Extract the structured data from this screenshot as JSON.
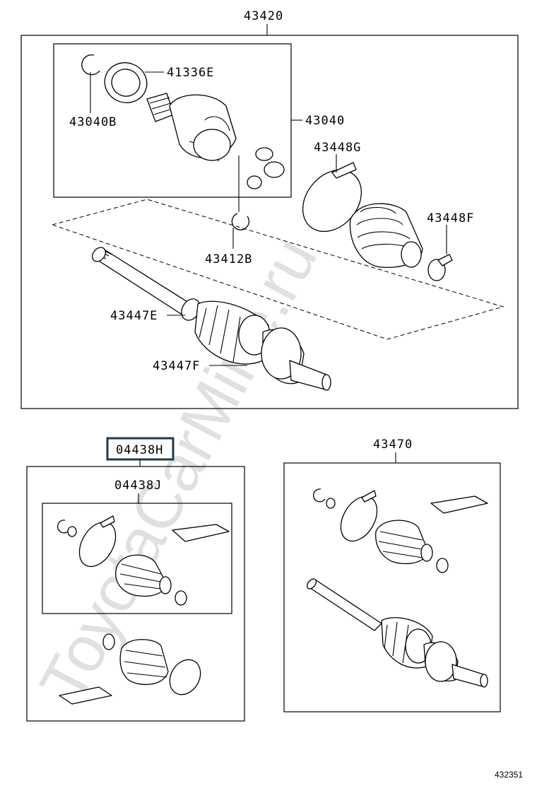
{
  "diagram": {
    "labels": {
      "assembly": "43420",
      "inner_joint": "43040",
      "bearing": "41336E",
      "snap_ring_inner": "43040B",
      "boot_clamp_big": "43448G",
      "boot_clamp_small": "43448F",
      "snap_ring_shaft": "43412B",
      "boot_clamp_e": "43447E",
      "boot_clamp_f": "43447F",
      "boot_kit_highlighted": "04438H",
      "boot_kit_inner": "04438J",
      "shaft_assembly": "43470"
    },
    "watermark": "ToyotaCarMine.ru",
    "figure_number": "432351"
  }
}
